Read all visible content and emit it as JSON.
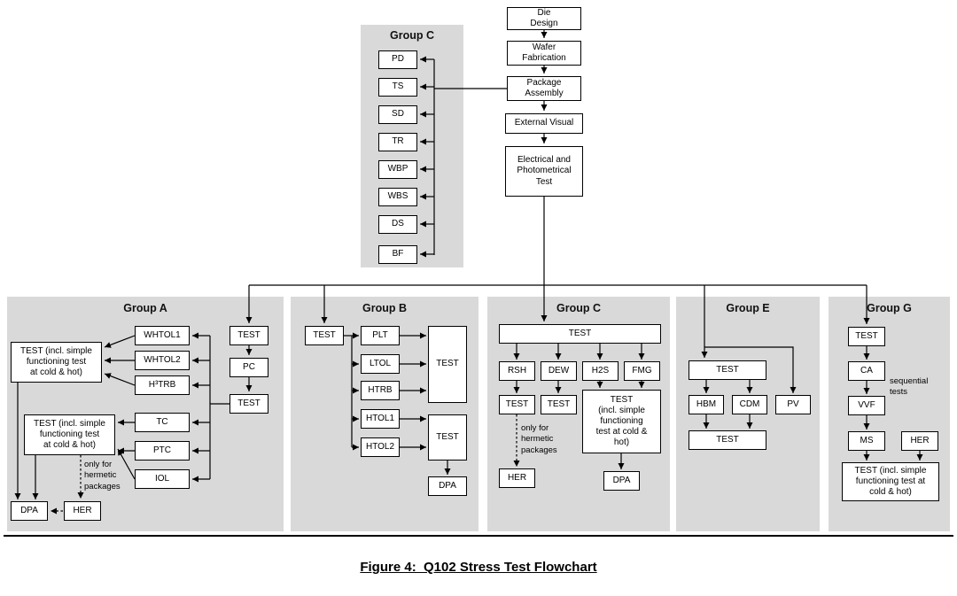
{
  "colors": {
    "panel_bg": "#d9d9d9",
    "line_color": "#000000"
  },
  "caption": "Figure 4:  Q102 Stress Test Flowchart",
  "top_flow": {
    "die_design": "Die\nDesign",
    "wafer_fabrication": "Wafer\nFabrication",
    "package_assembly": "Package\nAssembly",
    "external_visual": "External Visual",
    "electrical_test": "Electrical and\nPhotometrical\nTest"
  },
  "group_c_top": {
    "title": "Group C",
    "items": [
      "PD",
      "TS",
      "SD",
      "TR",
      "WBP",
      "WBS",
      "DS",
      "BF"
    ]
  },
  "group_a": {
    "title": "Group A",
    "test_in": "TEST",
    "pc": "PC",
    "test_mid": "TEST",
    "whtol1": "WHTOL1",
    "whtol2": "WHTOL2",
    "h3trb": "H³TRB",
    "tc": "TC",
    "ptc": "PTC",
    "iol": "IOL",
    "test_left_top": "TEST (incl. simple\nfunctioning test\nat cold & hot)",
    "test_left_mid": "TEST (incl. simple\nfunctioning test\nat cold & hot)",
    "note": "only for\nhermetic\npackages",
    "dpa": "DPA",
    "her": "HER"
  },
  "group_b": {
    "title": "Group B",
    "test_in": "TEST",
    "plt": "PLT",
    "ltol": "LTOL",
    "htrb": "HTRB",
    "htol1": "HTOL1",
    "htol2": "HTOL2",
    "test_right_top": "TEST",
    "test_right_bottom": "TEST",
    "dpa": "DPA"
  },
  "group_c_bottom": {
    "title": "Group C",
    "test_in": "TEST",
    "rsh": "RSH",
    "dew": "DEW",
    "h2s": "H2S",
    "fmg": "FMG",
    "test_rsh": "TEST",
    "test_dew": "TEST",
    "test_big": "TEST\n(incl. simple\nfunctioning\ntest at cold &\nhot)",
    "note": "only for\nhermetic\npackages",
    "her": "HER",
    "dpa": "DPA"
  },
  "group_e": {
    "title": "Group E",
    "test_top": "TEST",
    "hbm": "HBM",
    "cdm": "CDM",
    "pv": "PV",
    "test_bottom": "TEST"
  },
  "group_g": {
    "title": "Group G",
    "test_top": "TEST",
    "ca": "CA",
    "note": "sequential\ntests",
    "vvf": "VVF",
    "ms": "MS",
    "her": "HER",
    "test_bottom": "TEST (incl. simple\nfunctioning test at\ncold & hot)"
  }
}
